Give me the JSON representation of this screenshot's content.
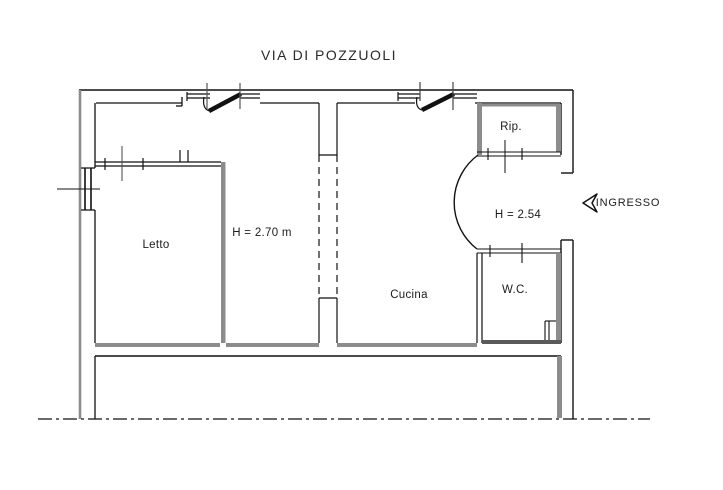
{
  "plan": {
    "title": "VIA DI POZZUOLI",
    "labels": {
      "letto": "Letto",
      "cucina": "Cucina",
      "rip": "Rip.",
      "wc": "W.C.",
      "ingresso": "INGRESSO",
      "height_main": "H = 2.70 m",
      "height_entry": "H = 2.54"
    },
    "icons": {
      "entrance_arrow": "left-arrowhead-icon"
    },
    "colors": {
      "line": "#111111",
      "wall_gray": "#8c8c8c",
      "background": "#ffffff"
    }
  }
}
